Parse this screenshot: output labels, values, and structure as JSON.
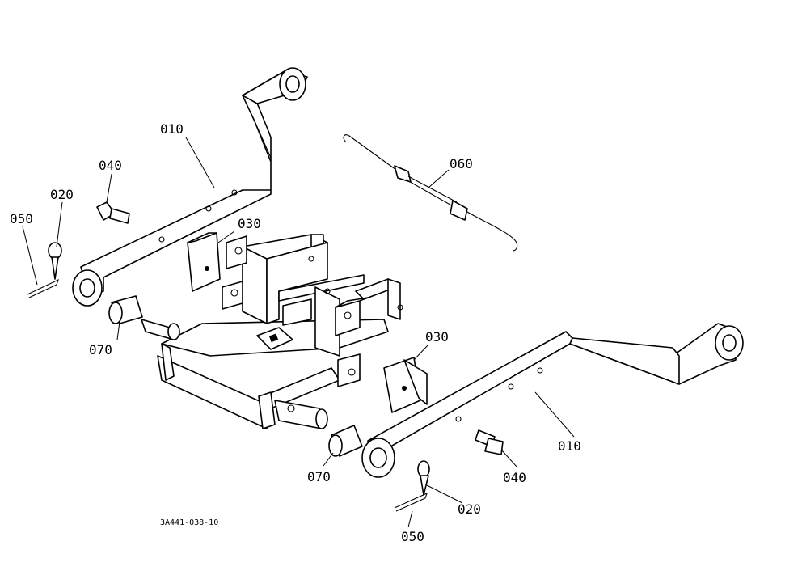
{
  "callouts": {
    "lower_link_left": "010",
    "lower_link_right": "010",
    "clevis_pin_left": "020",
    "clevis_pin_right": "020",
    "stopper_left": "030",
    "stopper_right": "030",
    "bolt_left": "040",
    "bolt_right": "040",
    "cotter_pin_left": "050",
    "cotter_pin_right": "050",
    "spring": "060",
    "collar_left": "070",
    "collar_right": "070"
  },
  "drawing_code": "3A441-038-10"
}
